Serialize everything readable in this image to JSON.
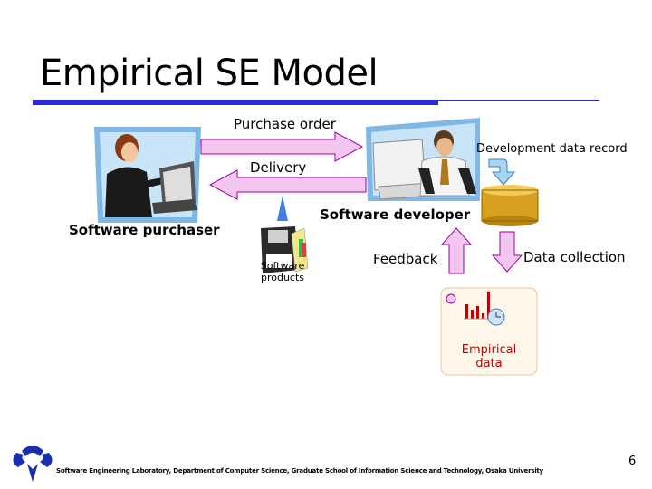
{
  "slide": {
    "title": "Empirical SE Model",
    "page_number": "6",
    "footer": "Software Engineering Laboratory, Department of Computer Science, Graduate School of Information Science and Technology, Osaka University"
  },
  "diagram": {
    "purchase_order_label": "Purchase order",
    "delivery_label": "Delivery",
    "development_data_record_label": "Development data record",
    "software_developer_label": "Software developer",
    "software_purchaser_label": "Software purchaser",
    "software_products_line1": "Software",
    "software_products_line2": "products",
    "feedback_label": "Feedback",
    "data_collection_label": "Data collection",
    "empirical_data_line1": "Empirical",
    "empirical_data_line2": "data"
  },
  "colors": {
    "title_rule": "#2a2ad8",
    "arrow_fill": "#f2c6ee",
    "arrow_stroke": "#a000a0",
    "db_fill": "#d9a020",
    "empirical_text": "#c00000"
  }
}
